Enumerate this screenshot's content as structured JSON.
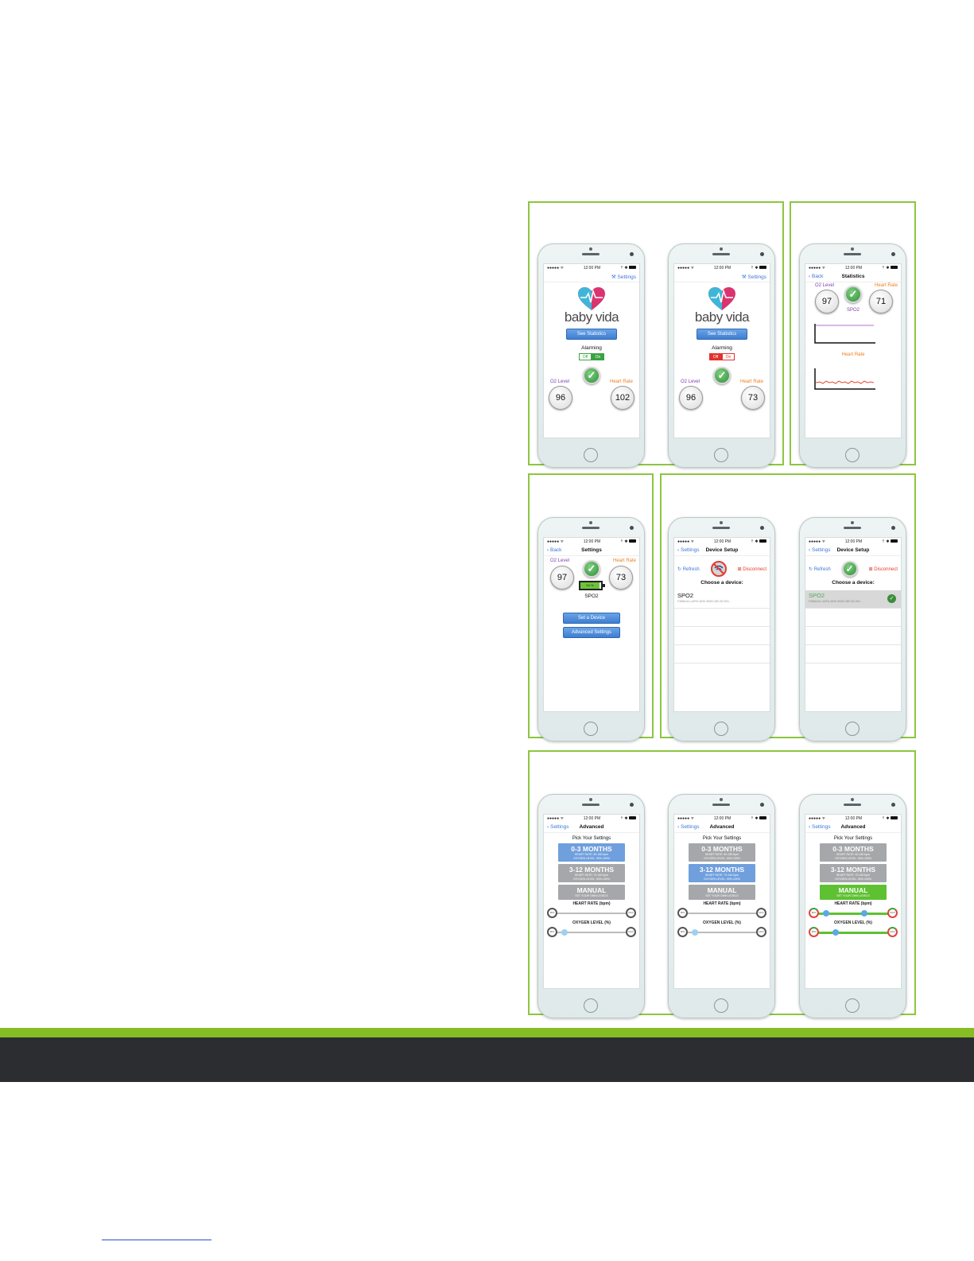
{
  "status": {
    "carrier": "●●●●● ᯤ",
    "time": "12:00 PM",
    "icons": "⇡ ✱"
  },
  "phone1": {
    "nav_right": "⚒ Settings",
    "logo_word": "baby vida",
    "stats_button": "See Statistics",
    "alarming": "Alarming",
    "toggle_off": "Off",
    "toggle_on": "On",
    "o2_label": "O2 Level",
    "hr_label": "Heart Rate",
    "o2_value": "96",
    "hr_value": "102"
  },
  "phone2": {
    "nav_right": "⚒ Settings",
    "logo_word": "baby vida",
    "stats_button": "See Statistics",
    "alarming": "Alarming",
    "toggle_off": "Off",
    "toggle_on": "On",
    "o2_label": "O2 Level",
    "hr_label": "Heart Rate",
    "o2_value": "96",
    "hr_value": "73"
  },
  "phone3": {
    "back": "Back",
    "title": "Statistics",
    "o2_label": "O2 Level",
    "hr_label": "Heart Rate",
    "o2_value": "97",
    "hr_value": "71",
    "chart1_label": "SPO2",
    "chart2_label": "Heart Rate"
  },
  "phone4": {
    "back": "Back",
    "title": "Settings",
    "o2_label": "O2 Level",
    "hr_label": "Heart Rate",
    "o2_value": "97",
    "hr_value": "73",
    "battery": "94 %",
    "device_name": "SPO2",
    "set_device": "Set a Device",
    "advanced": "Advanced Settings"
  },
  "phone5": {
    "back": "Settings",
    "title": "Device Setup",
    "refresh": "↻ Refresh",
    "disconnect": "⊠ Disconnect",
    "choose": "Choose a device:",
    "device": "SPO2",
    "device_id": "F36B6161-A5F8-4D90-9BDD-8EC5C1E6..."
  },
  "phone6": {
    "back": "Settings",
    "title": "Device Setup",
    "refresh": "↻ Refresh",
    "disconnect": "⊠ Disconnect",
    "choose": "Choose a device:",
    "device": "SPO2",
    "device_id": "F36B6161-A5F8-4D90-9BDD-8EC5C1E6..."
  },
  "advanced": {
    "back": "Settings",
    "title": "Advanced",
    "pick": "Pick Your Settings",
    "opt1_title": "0-3 MONTHS",
    "opt1_sub1": "HEART RATE: 80-180 bpm",
    "opt1_sub2": "OXYGEN LEVEL: 90%-100%",
    "opt2_title": "3-12 MONTHS",
    "opt2_sub1": "HEART RATE: 70-160 bpm",
    "opt2_sub2": "OXYGEN LEVEL: 90%-100%",
    "opt3_title": "MANUAL",
    "opt3_sub": "SET YOUR OWN LEVELS",
    "hr_label": "HEART RATE (bpm)",
    "ox_label": "OXYGEN LEVEL (%)",
    "min": "MIN",
    "max": "MAX"
  }
}
